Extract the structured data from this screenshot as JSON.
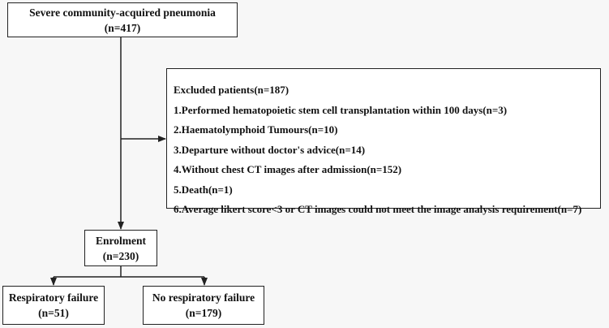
{
  "top_box": {
    "line1": "Severe community-acquired pneumonia",
    "line2": "(n=417)"
  },
  "excluded": {
    "title": "Excluded patients(n=187)",
    "items": [
      "1.Performed hematopoietic stem cell transplantation within 100 days(n=3)",
      "2.Haematolymphoid Tumours(n=10)",
      "3.Departure without doctor's advice(n=14)",
      "4.Without chest CT images after admission(n=152)",
      "5.Death(n=1)",
      "6.Average likert score<3 or CT images could not meet the image analysis requirement(n=7)"
    ]
  },
  "enrolment": {
    "line1": "Enrolment",
    "line2": "(n=230)"
  },
  "resp_failure": {
    "line1": "Respiratory failure",
    "line2": "(n=51)"
  },
  "no_resp_failure": {
    "line1": "No respiratory failure",
    "line2": "(n=179)"
  }
}
